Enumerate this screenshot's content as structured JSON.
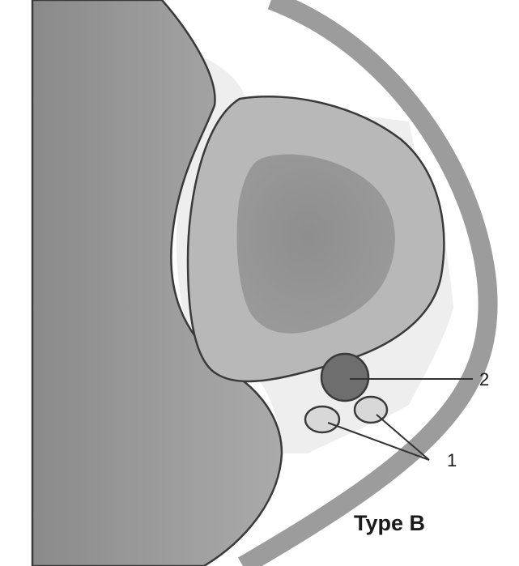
{
  "diagram": {
    "title": "Type B",
    "labels": {
      "label_1": "1",
      "label_2": "2"
    }
  },
  "colors": {
    "background": "#ffffff",
    "tissue_dark": "#8f8f8f",
    "tissue_light": "#b9b9b9",
    "fascia": "#eeeeee",
    "outline": "#3a3a3a",
    "vessel_large": "#6f6f6f",
    "vessel_small": "#d7d7d7"
  }
}
